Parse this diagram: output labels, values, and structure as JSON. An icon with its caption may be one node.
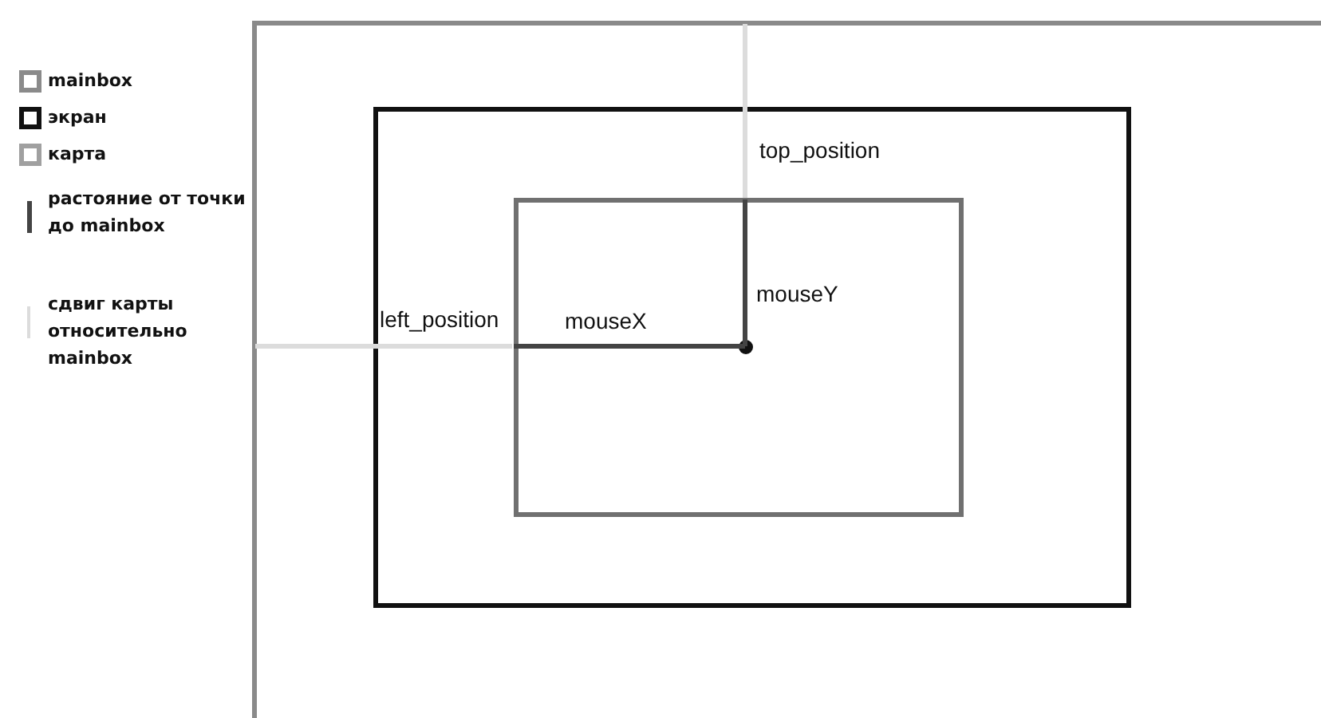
{
  "diagram": {
    "nodes": [
      {
        "text": [],
        "shape": "box"
      },
      {
        "text": [],
        "shape": "box",
        "in": 0
      },
      {
        "text": [],
        "shape": "box",
        "in": 1
      },
      {
        "text": [],
        "shape": "circle",
        "in": 2
      }
    ],
    "labels": [
      "top_position",
      "mouseY",
      "left_position",
      "mouseX"
    ],
    "legend": [
      {
        "text": "mainbox"
      },
      {
        "text": "экран"
      },
      {
        "text": "карта"
      },
      {
        "text": "растояние от точки до mainbox"
      },
      {
        "text": "сдвиг карты относительно mainbox"
      }
    ]
  }
}
